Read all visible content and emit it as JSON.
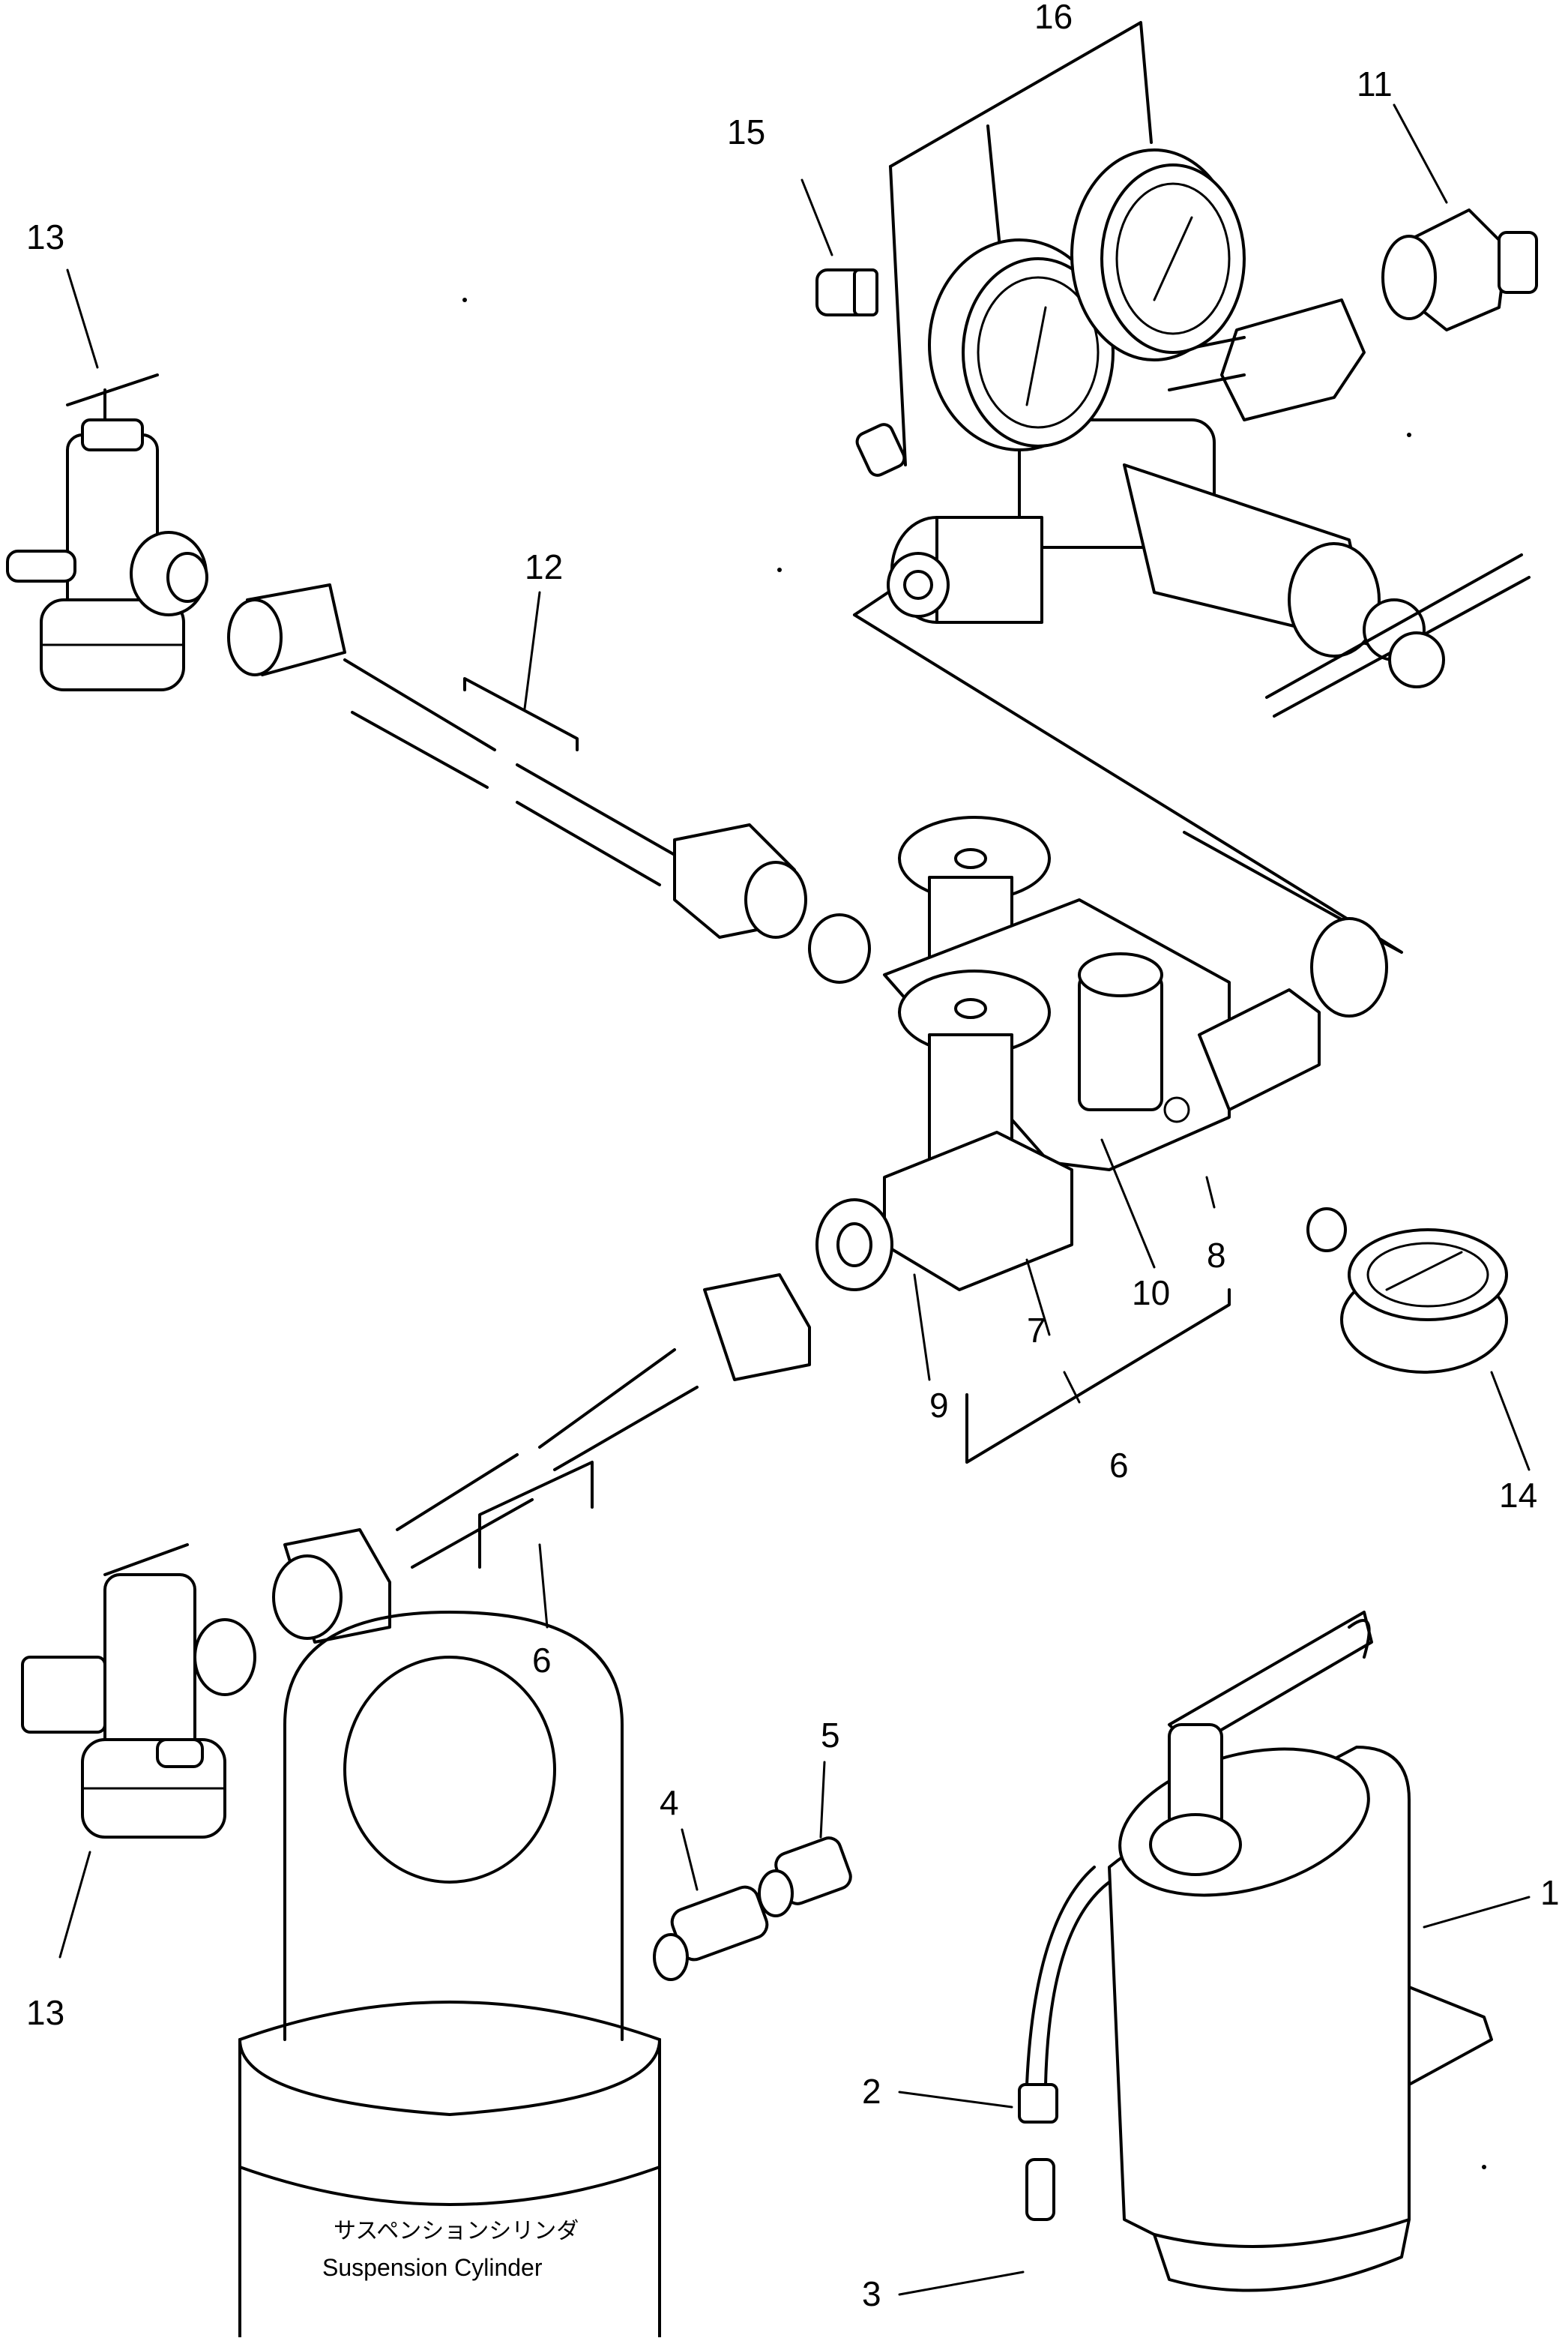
{
  "callouts": {
    "c1": "1",
    "c2": "2",
    "c3": "3",
    "c4": "4",
    "c5": "5",
    "c6_lower_hose": "6",
    "c6_valve_assembly": "6",
    "c7": "7",
    "c8": "8",
    "c9": "9",
    "c10": "10",
    "c11": "11",
    "c12": "12",
    "c13_top": "13",
    "c13_bottom": "13",
    "c14": "14",
    "c15": "15",
    "c16": "16"
  },
  "cylinder_label": {
    "japanese": "サスペンションシリンダ",
    "english": "Suspension Cylinder"
  }
}
